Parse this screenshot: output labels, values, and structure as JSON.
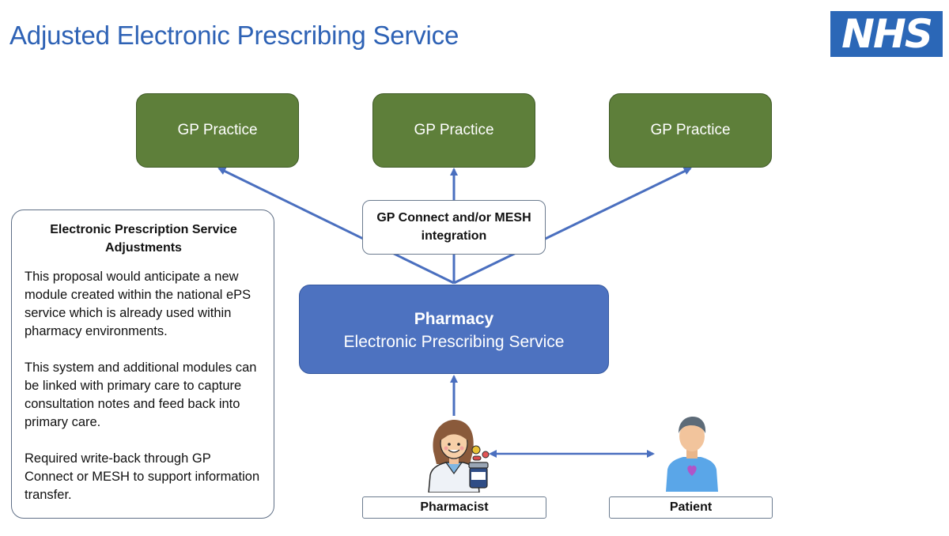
{
  "header": {
    "title": "Adjusted Electronic Prescribing Service",
    "logo_text": "NHS"
  },
  "gp_practices": [
    {
      "label": "GP Practice"
    },
    {
      "label": "GP Practice"
    },
    {
      "label": "GP Practice"
    }
  ],
  "integration": {
    "label": "GP Connect and/or MESH integration"
  },
  "pharmacy": {
    "title": "Pharmacy",
    "subtitle": "Electronic Prescribing Service"
  },
  "notes": {
    "heading": "Electronic Prescription Service Adjustments",
    "paragraphs": [
      "This proposal would anticipate a new module created within the national ePS service which is already used within pharmacy environments.",
      "This system and additional modules can be linked with primary care to capture consultation notes and feed back into primary care.",
      "Required write-back through GP Connect or MESH to support information transfer."
    ]
  },
  "actors": {
    "pharmacist": {
      "label": "Pharmacist",
      "icon": "pharmacist-icon"
    },
    "patient": {
      "label": "Patient",
      "icon": "patient-icon"
    }
  },
  "colors": {
    "title_blue": "#2e62b5",
    "nhs_blue": "#2b67b7",
    "gp_green": "#5e7f3a",
    "pharmacy_blue": "#4d72c0",
    "arrow_blue": "#4a6fbf"
  }
}
